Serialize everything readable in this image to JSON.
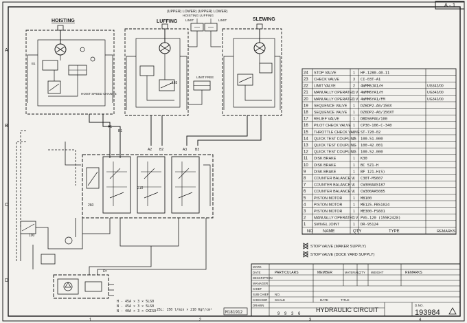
{
  "sheet_ref": "A - 1",
  "circuits": {
    "hoisting": "HOISTING",
    "luffing": "LUFFING",
    "slewing": "SLEWING",
    "limits_header": "(UPPER) LOWER) (UPPER) LOWER)",
    "limits_sub": "HOISTING LUFFING",
    "limit_left": "LIMIT",
    "limit_right": "LIMIT",
    "hoist_speed": "HOIST SPEED CHANGE",
    "limit_free": "LIMIT FREE"
  },
  "ports": {
    "a1": "A1",
    "b1": "B1",
    "a2": "A2",
    "b2": "B2",
    "a3": "A3",
    "b3": "B3",
    "p165": "165",
    "p210": "210",
    "p100": "100",
    "p260": "260",
    "dr": "Dr"
  },
  "motor_notes": [
    "H - 45A × 3 × 5LS0",
    "N - 45A × 3 × 5LS0",
    "N - 40A × 3 × CKISO"
  ],
  "flow_note": "25L: 150 l/min × 210 Kgf/cm²",
  "parts_list": {
    "header": {
      "no": "NO",
      "name": "NAME",
      "qty": "QTY",
      "type": "TYPE",
      "remarks": "REMARKS"
    },
    "rows": [
      {
        "no": "24",
        "name": "STOP VALVE",
        "qty": "1",
        "type": "HF-1280-40-11",
        "remarks": ""
      },
      {
        "no": "23",
        "name": "CHECK VALVE",
        "qty": "3",
        "type": "CI-03T-A1",
        "remarks": ""
      },
      {
        "no": "22",
        "name": "LIMIT VALVE",
        "qty": "2",
        "type": "4WMM6JA1/H",
        "remarks": "UG342/00"
      },
      {
        "no": "21",
        "name": "MANUALLY OPERATED V.",
        "qty": "1",
        "type": "4WMM6YA1/H",
        "remarks": "UG342/00"
      },
      {
        "no": "20",
        "name": "MANUALLY OPERATED V.",
        "qty": "1",
        "type": "4WMM6YA1/FM",
        "remarks": "UG342/00"
      },
      {
        "no": "19",
        "name": "SEQUENCE VALVE",
        "qty": "1",
        "type": "DZ6DP2-A0/150X",
        "remarks": ""
      },
      {
        "no": "18",
        "name": "SEQUENCE VALVE",
        "qty": "1",
        "type": "DZ6DP2-A0/150XT",
        "remarks": ""
      },
      {
        "no": "17",
        "name": "RELIEF VALVE",
        "qty": "1",
        "type": "DBDS6PAG/100",
        "remarks": ""
      },
      {
        "no": "16",
        "name": "PILOT CHECK VALVE",
        "qty": "1",
        "type": "CP30-106-C-340",
        "remarks": ""
      },
      {
        "no": "15",
        "name": "THROTTLE CHECK VALVE",
        "qty": "3",
        "type": "ST-720-02",
        "remarks": ""
      },
      {
        "no": "14",
        "name": "QUICK TEST COUPLING",
        "qty": "2",
        "type": "100-51.000",
        "remarks": ""
      },
      {
        "no": "13",
        "name": "QUICK TEST COUPLING",
        "qty": "1",
        "type": "100-42.001",
        "remarks": ""
      },
      {
        "no": "12",
        "name": "QUICK TEST COUPLING",
        "qty": "1",
        "type": "100-52.000",
        "remarks": ""
      },
      {
        "no": "11",
        "name": "DISK BRAKE",
        "qty": "1",
        "type": "K30",
        "remarks": ""
      },
      {
        "no": "10",
        "name": "DISK BRAKE",
        "qty": "1",
        "type": "BC 5Z1-H",
        "remarks": ""
      },
      {
        "no": "9",
        "name": "DISK BRAKE",
        "qty": "1",
        "type": "BF 121-H(S)",
        "remarks": ""
      },
      {
        "no": "8",
        "name": "COUNTER BALANCE V.",
        "qty": "1",
        "type": "C30T-MS607",
        "remarks": ""
      },
      {
        "no": "7",
        "name": "COUNTER BALANCE V.",
        "qty": "1",
        "type": "CW300AA5187",
        "remarks": ""
      },
      {
        "no": "6",
        "name": "COUNTER BALANCE V.",
        "qty": "1",
        "type": "CW300AA5085",
        "remarks": ""
      },
      {
        "no": "5",
        "name": "PISTON MOTOR",
        "qty": "1",
        "type": "M8100",
        "remarks": ""
      },
      {
        "no": "4",
        "name": "PISTON MOTOR",
        "qty": "1",
        "type": "ME125-FBS1024",
        "remarks": ""
      },
      {
        "no": "3",
        "name": "PISTON MOTOR",
        "qty": "1",
        "type": "ME300-FS601",
        "remarks": ""
      },
      {
        "no": "2",
        "name": "MANUALLY OPERATED V.",
        "qty": "1",
        "type": "PVG-120 (155K2428)",
        "remarks": ""
      },
      {
        "no": "1",
        "name": "SWIVEL JOINT",
        "qty": "1",
        "type": "DR-95124",
        "remarks": ""
      }
    ]
  },
  "legend": [
    "STOP VALVE (MAKER SUPPLY)",
    "STOP VALVE (DOCK YARD SUPPLY)"
  ],
  "title_block": {
    "mark_labels": [
      "MARK",
      "DATE",
      "DESCRIPTION"
    ],
    "role_labels": [
      "MANAGER",
      "CHIEF",
      "SUB CHIEF",
      "CHECKER",
      "DRAWN"
    ],
    "col_labels": [
      "PARTICULARS",
      "MEMBER",
      "MATERIAL",
      "Q'TY",
      "WEIGHT",
      "REMARKS"
    ],
    "row_no": "NO.",
    "scale_label": "SCALE",
    "date_label": "DATE",
    "title_label": "TITLE",
    "drawing_title": "HYDRAULIC CIRCUIT",
    "dwg_label": "D.NO.",
    "dwg_number": "193984",
    "stamp": "M181912",
    "sheet_codes": [
      "9",
      "9",
      "3",
      "6"
    ]
  },
  "border_letters": [
    "A",
    "B",
    "C",
    "D"
  ],
  "border_numbers": [
    "1",
    "2",
    "3",
    "4"
  ]
}
